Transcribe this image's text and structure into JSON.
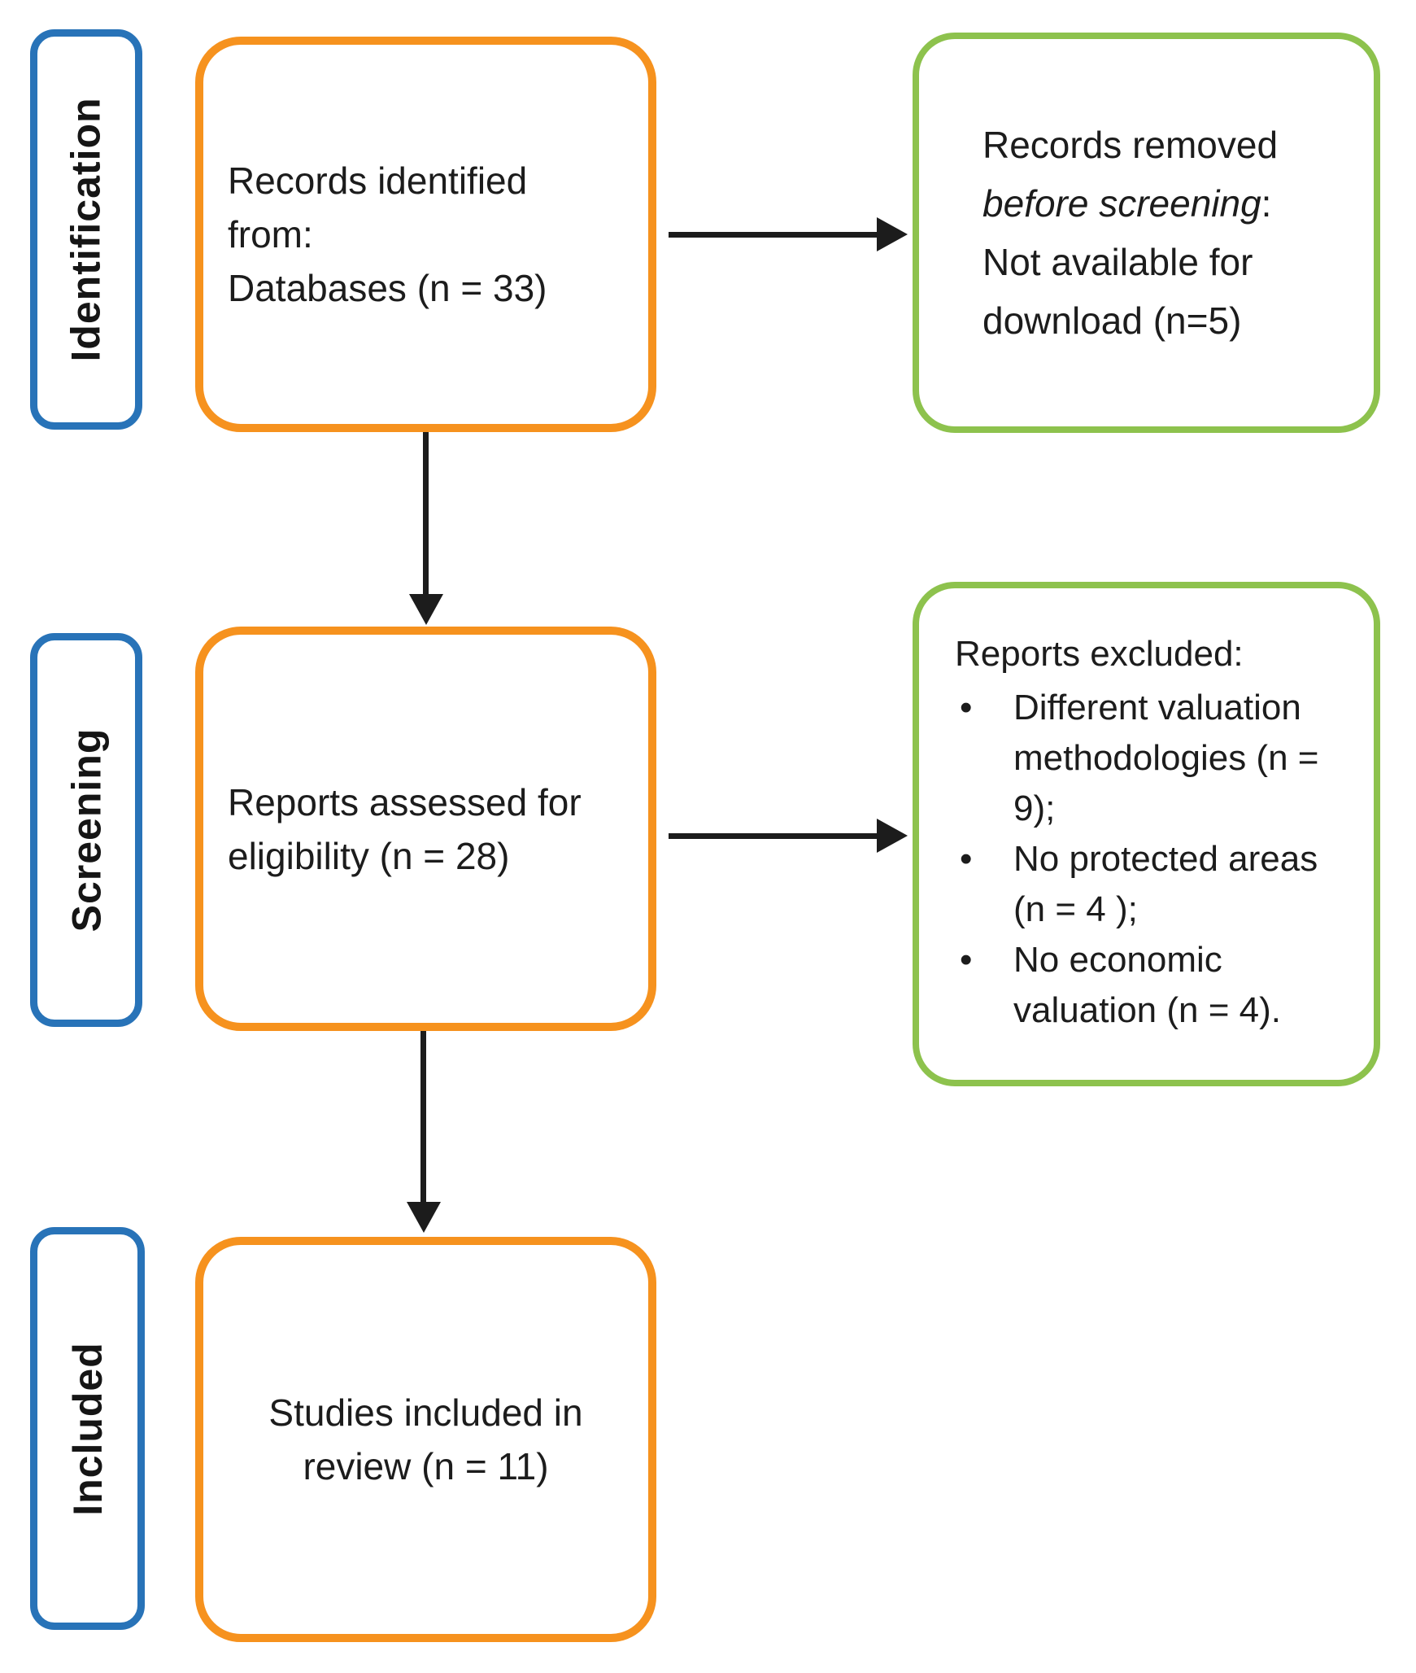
{
  "diagram": {
    "type": "PRISMA flow diagram",
    "colors": {
      "stage_border": "#2873b8",
      "process_border": "#f6921e",
      "exclusion_border": "#8dc24d",
      "arrow": "#1c1c1c",
      "text": "#1c1c1c",
      "background": "#ffffff"
    },
    "stages": [
      {
        "label": "Identification"
      },
      {
        "label": "Screening"
      },
      {
        "label": "Included"
      }
    ],
    "boxes": {
      "records_identified": {
        "line1": "Records identified",
        "line2": "from:",
        "line3": "Databases (n = 33)"
      },
      "records_removed": {
        "line1": "Records removed",
        "line2_italic": "before screening",
        "line2_suffix": ":",
        "line3": "Not available for",
        "line4": "download (n=5)"
      },
      "reports_assessed": {
        "line1": "Reports assessed for",
        "line2": "eligibility (n = 28)"
      },
      "reports_excluded": {
        "header": "Reports excluded:",
        "bullets": [
          "Different valuation methodologies (n = 9);",
          "No protected areas (n = 4 );",
          "No economic valuation (n = 4)."
        ]
      },
      "studies_included": {
        "line1": "Studies included in",
        "line2": "review (n = 11)"
      }
    }
  }
}
